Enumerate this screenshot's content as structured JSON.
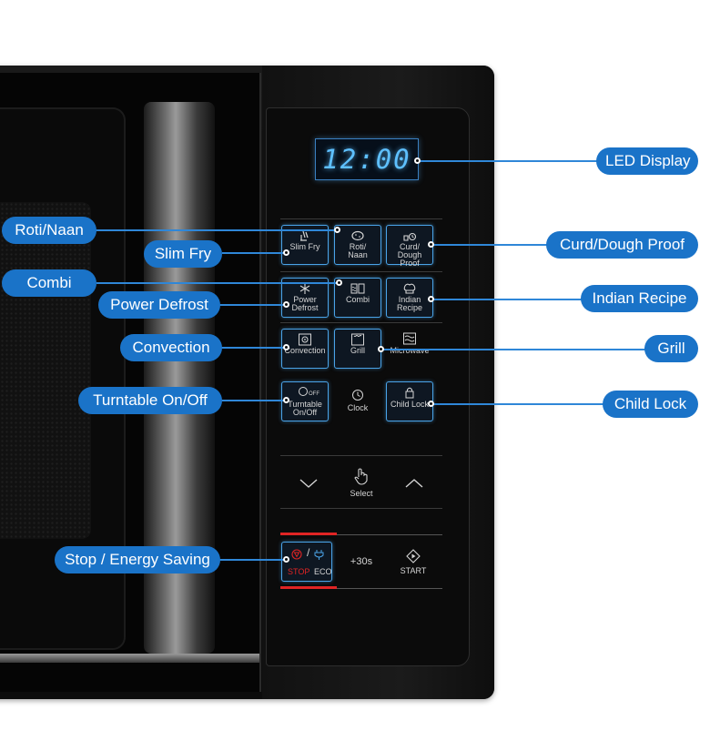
{
  "display": {
    "time": "12:00"
  },
  "panel": {
    "slim_fry": "Slim Fry",
    "roti_naan_l1": "Roti/",
    "roti_naan_l2": "Naan",
    "curd_l1": "Curd/",
    "curd_l2": "Dough Proof",
    "power_defrost_l1": "Power",
    "power_defrost_l2": "Defrost",
    "combi": "Combi",
    "indian_recipe_l1": "Indian",
    "indian_recipe_l2": "Recipe",
    "convection": "Convection",
    "grill": "Grill",
    "microwave": "Microwave",
    "turntable_l1": "Turntable",
    "turntable_l2": "On/Off",
    "turntable_badge": "OFF",
    "clock": "Clock",
    "child_lock": "Child Lock",
    "select": "Select",
    "stop": "STOP",
    "eco": "ECO",
    "slash": "/",
    "plus30": "+30s",
    "start": "START"
  },
  "callouts": {
    "led_display": "LED Display",
    "roti_naan": "Roti/Naan",
    "slim_fry": "Slim Fry",
    "curd_dough_proof": "Curd/Dough Proof",
    "combi": "Combi",
    "power_defrost": "Power Defrost",
    "indian_recipe": "Indian Recipe",
    "convection": "Convection",
    "grill": "Grill",
    "turntable": "Turntable On/Off",
    "child_lock": "Child Lock",
    "stop_energy": "Stop / Energy Saving"
  },
  "colors": {
    "callout": "#1a73c8",
    "leader": "#2f87d8",
    "led_text": "#5ec0ff",
    "button_border": "#4aa3e8",
    "stop_red": "#e02424",
    "eco_blue": "#4aa3e8"
  }
}
